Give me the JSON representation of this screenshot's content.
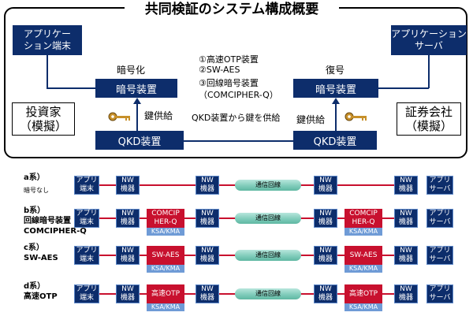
{
  "title": "共同検証のシステム構成概要",
  "top": {
    "app_terminal": [
      "アプリケー",
      "ション端末"
    ],
    "app_server": [
      "アプリケーション",
      "サーバ"
    ],
    "investor": [
      "投資家",
      "（模擬）"
    ],
    "securities": [
      "証券会社",
      "（模擬）"
    ],
    "encrypt_label": "暗号化",
    "decrypt_label": "復号",
    "encrypt_device_left": "暗号装置",
    "encrypt_device_right": "暗号装置",
    "qkd_left": "QKD装置",
    "qkd_right": "QKD装置",
    "key_supply_left": "鍵供給",
    "key_supply_right": "鍵供給",
    "qkd_supply_text": "QKD装置から鍵を供給",
    "list": [
      "①高速OTP装置",
      "②SW-AES",
      "③回線暗号装置",
      "（COMCIPHER-Q）"
    ]
  },
  "rows": [
    {
      "label": "a系）",
      "sub": "暗号なし",
      "device": null
    },
    {
      "label": "b系）",
      "sub": "回線暗号装置",
      "sub2": "COMCIPHER-Q",
      "device": [
        "COMCIP",
        "HER-Q"
      ]
    },
    {
      "label": "c系）",
      "sub": "SW-AES",
      "device": [
        "SW-AES"
      ]
    },
    {
      "label": "d系）",
      "sub": "高速OTP",
      "device": [
        "高速OTP"
      ]
    }
  ],
  "blocks": {
    "app_term": [
      "アプリ",
      "端末"
    ],
    "nw": [
      "NW",
      "機器"
    ],
    "app_server": [
      "アプリ",
      "サーバ"
    ],
    "channel": "通信回線",
    "ksa": "KSA/KMA"
  }
}
